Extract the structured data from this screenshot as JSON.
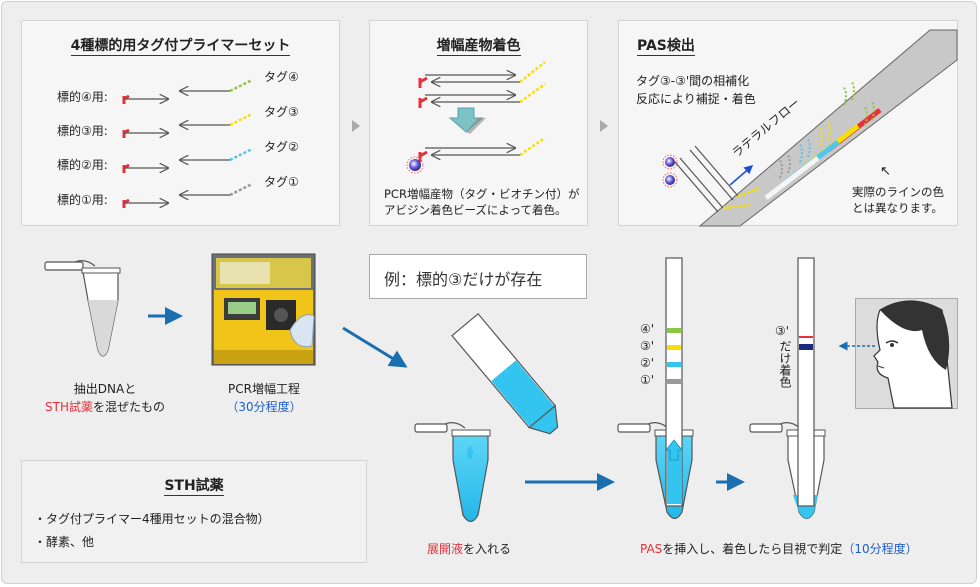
{
  "panel1": {
    "title": "4種標的用タグ付プライマーセット",
    "rows": [
      {
        "label": "標的④用:",
        "tag": "タグ④",
        "color": "#8dc63f"
      },
      {
        "label": "標的③用:",
        "tag": "タグ③",
        "color": "#f5e000"
      },
      {
        "label": "標的②用:",
        "tag": "タグ②",
        "color": "#4cc8f0"
      },
      {
        "label": "標的①用:",
        "tag": "タグ①",
        "color": "#9a9a9a"
      }
    ]
  },
  "panel2": {
    "title": "増幅産物着色",
    "caption_line1": "PCR増幅産物（タグ・ビオチン付）が",
    "caption_line2": "アビジン着色ビーズによって着色。"
  },
  "panel3": {
    "title": "PAS検出",
    "text_line1": "タグ③-③'間の相補化",
    "text_line2": "反応により補捉・着色",
    "lateral_flow": "ラテラルフロー",
    "note_arrow": "↖",
    "note_line1": "実際のラインの色",
    "note_line2": "とは異なります。"
  },
  "steps": {
    "tube_caption_line1": "抽出DNAと",
    "tube_caption_line2_red": "STH試薬",
    "tube_caption_line2_rest": "を混ぜたもの",
    "pcr_caption_line1": "PCR増幅工程",
    "pcr_caption_line2": "（30分程度）",
    "example": "例：標的③だけが存在",
    "develop_red": "展開液",
    "develop_rest": "を入れる",
    "pas_red": "PAS",
    "pas_rest": "を挿入し、着色したら目視で判定",
    "pas_blue": "（10分程度）"
  },
  "strip1_labels": [
    "④'",
    "③'",
    "②'",
    "①'"
  ],
  "strip2": {
    "label": "③'",
    "vertical": "だけ着色"
  },
  "sth": {
    "title": "STH試薬",
    "item1": "・タグ付プライマー4種用セットの混合物）",
    "item2": "・酵素、他"
  },
  "colors": {
    "green": "#8dc63f",
    "yellow": "#f5e000",
    "cyan": "#4cc8f0",
    "gray": "#9a9a9a",
    "red": "#e8303b",
    "liquid": "#33c5ef",
    "arrow_blue": "#1a6fb0",
    "navy": "#1b2a7a"
  }
}
